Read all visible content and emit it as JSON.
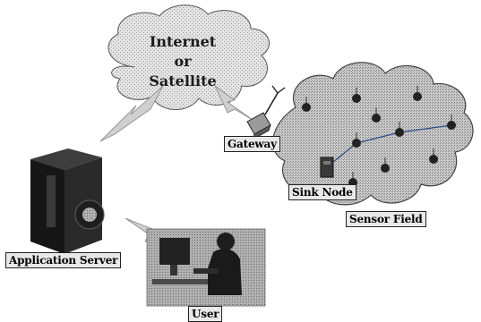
{
  "labels": {
    "internet_line1": "Internet",
    "internet_line2": "or",
    "internet_line3": "Satellite",
    "gateway": "Gateway",
    "sink_node": "Sink Node",
    "sensor_field": "Sensor Field",
    "application_server": "Application Server",
    "user": "User"
  },
  "icons": {
    "server": "server-icon",
    "gateway": "gateway-icon",
    "sink": "sink-node-icon",
    "sensor": "sensor-node-icon",
    "user": "user-workstation-icon"
  },
  "colors": {
    "background": "#ffffff",
    "cloud_fill": "#d9d9d9",
    "sensor_field_fill": "#bdbdbd",
    "label_fill": "#e8e8e8",
    "server": "#1c1c1c"
  }
}
